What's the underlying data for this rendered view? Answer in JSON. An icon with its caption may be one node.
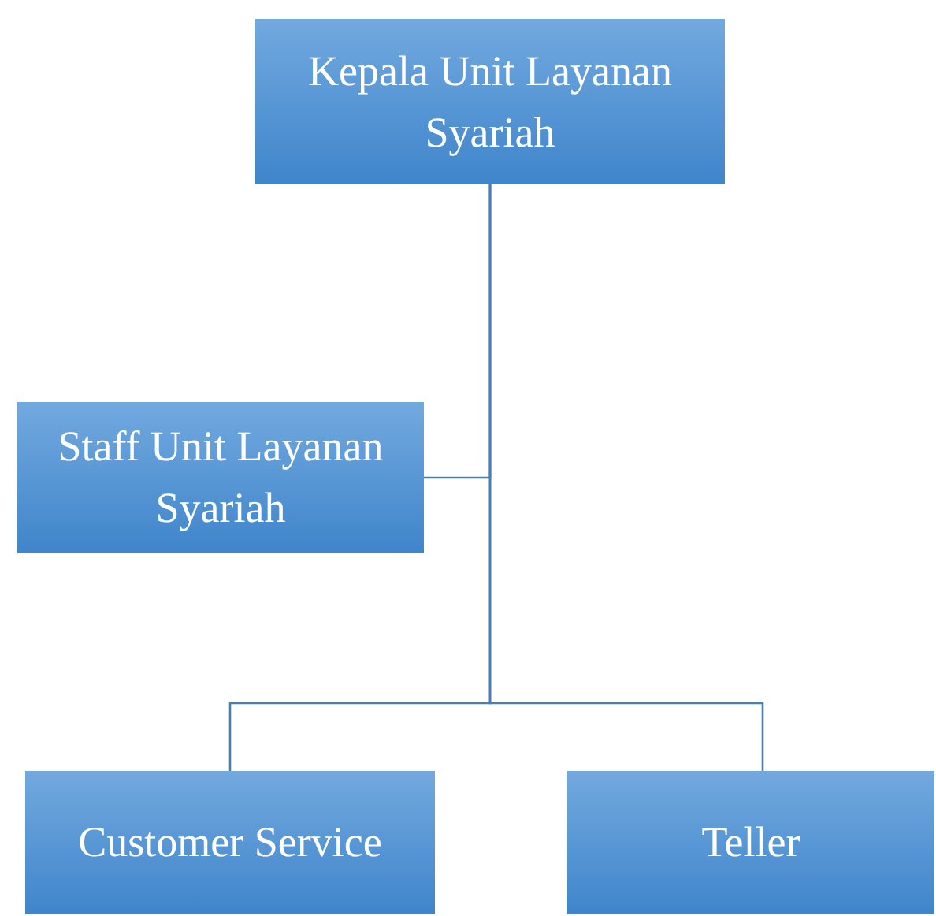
{
  "diagram": {
    "nodes": [
      {
        "text": [
          "Kepala Unit Layanan Syariah"
        ]
      },
      {
        "text": [
          "Staff Unit Layanan Syariah"
        ]
      },
      {
        "text": [
          "Customer Service"
        ]
      },
      {
        "text": [
          "Teller"
        ]
      }
    ],
    "edges": [
      {
        "from": 0,
        "to": 1,
        "arrow": "none"
      },
      {
        "from": 0,
        "to": 2,
        "arrow": "none"
      },
      {
        "from": 0,
        "to": 3,
        "arrow": "none"
      }
    ]
  }
}
